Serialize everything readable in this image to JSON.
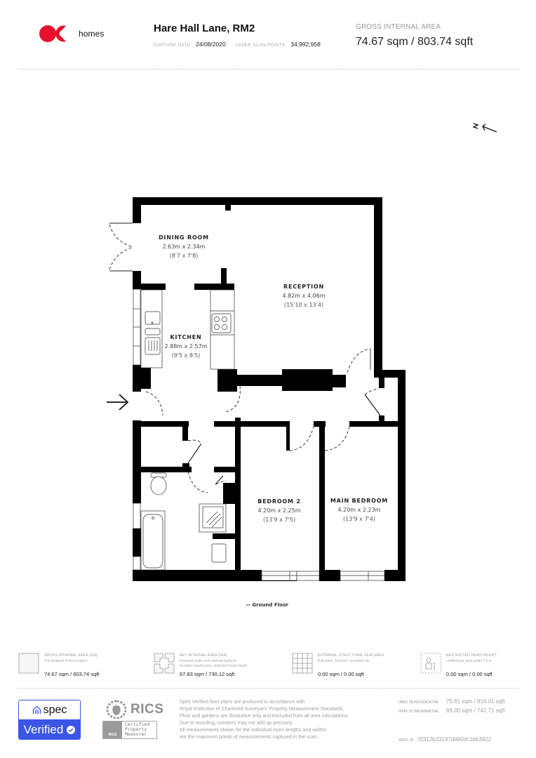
{
  "header": {
    "logo": {
      "mark": "OC",
      "text": "homes",
      "color": "#e8112d"
    },
    "address": "Hare Hall Lane, RM2",
    "capture_date_label": "CAPTURE DATE",
    "capture_date": "24/08/2020",
    "laser_points_label": "LASER SCAN POINTS",
    "laser_points": "34,992,958",
    "gia_title": "GROSS INTERNAL AREA",
    "gia_value": "74.67 sqm / 803.74 sqft"
  },
  "plan": {
    "compass": {
      "icon": "north-arrow-icon",
      "label": "N"
    },
    "entrance_icon": "entrance-arrow-icon",
    "floor_label": "— Ground Floor",
    "rooms": [
      {
        "name": "DINING ROOM",
        "metric": "2.63m x 2.34m",
        "imperial": "(8'7 x 7'8)"
      },
      {
        "name": "RECEPTION",
        "metric": "4.82m x 4.06m",
        "imperial": "(15'10 x 13'4)"
      },
      {
        "name": "KITCHEN",
        "metric": "2.88m x 2.57m",
        "imperial": "(9'5 x 8'5)"
      },
      {
        "name": "BEDROOM 2",
        "metric": "4.20m x 2.25m",
        "imperial": "(13'9 x 7'5)"
      },
      {
        "name": "MAIN BEDROOM",
        "metric": "4.20m x 2.23m",
        "imperial": "(13'9 x 7'4)"
      }
    ]
  },
  "legend": [
    {
      "icon": "hatched-square-icon",
      "title": "GROSS INTERNAL AREA (GIA)",
      "desc": [
        "The footprint of the property"
      ],
      "value": "74.67 sqm / 803.74 sqft"
    },
    {
      "icon": "net-area-icon",
      "title": "NET INTERNAL AREA (NIA)",
      "desc": [
        "Excludes walls and external features",
        "Includes washrooms, restricted head height"
      ],
      "value": "67.83 sqm / 730.12 sqft"
    },
    {
      "icon": "grid-icon",
      "title": "EXTERNAL STRUCTURAL FEATURES",
      "desc": [
        "Balconies, terraces, verandas etc."
      ],
      "value": "0.00 sqm / 0.00 sqft"
    },
    {
      "icon": "head-height-icon",
      "title": "RESTRICTED HEAD HEIGHT",
      "desc": [
        "Limited use area under 1.5 m"
      ],
      "value": "0.00 sqm / 0.00 sqft"
    }
  ],
  "footer": {
    "spec_badge": {
      "top": "spec",
      "bottom": "Verified",
      "color": "#3b55e6"
    },
    "rics": {
      "word": "RICS",
      "cert_lines": [
        "Certified",
        "Property",
        "Measurer"
      ],
      "small": "RICS"
    },
    "disclaimer": [
      "Spec Verified floor plans are produced in accordance with",
      "Royal Institution of Chartered Surveyors' Property Measurement Standards.",
      "Plots and gardens are illustrative only and excluded from all area calculations.",
      "Due to rounding, numbers may not add up precisely.",
      "All measurements shown for the individual room lengths and widths",
      "are the maximum points of measurements captured in the scan."
    ],
    "ipms": [
      {
        "label": "IPMS 3B RESIDENTIAL",
        "value": "75.81 sqm / 816.01 sqft"
      },
      {
        "label": "IPMS 3C RESIDENTIAL",
        "value": "69.00 sqm / 742.71 sqft"
      }
    ],
    "spec_id_label": "SPEC ID",
    "spec_id": "5f312b33197dd80dc1bb3922"
  }
}
